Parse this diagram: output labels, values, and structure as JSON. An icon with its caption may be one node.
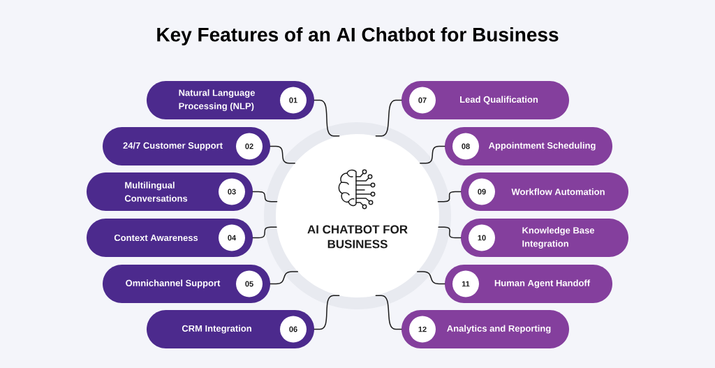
{
  "diagram": {
    "title": "Key Features of an AI Chatbot for Business",
    "nodes": [
      {
        "text": [
          "AI CHATBOT FOR BUSINESS"
        ]
      },
      {
        "text": [
          "Natural Language Processing (NLP)"
        ]
      },
      {
        "text": [
          "01"
        ],
        "in": 1
      },
      {
        "text": [
          "24/7 Customer Support"
        ]
      },
      {
        "text": [
          "02"
        ],
        "in": 3
      },
      {
        "text": [
          "Multilingual Conversations"
        ]
      },
      {
        "text": [
          "03"
        ],
        "in": 5
      },
      {
        "text": [
          "Context Awareness"
        ]
      },
      {
        "text": [
          "04"
        ],
        "in": 7
      },
      {
        "text": [
          "Omnichannel Support"
        ]
      },
      {
        "text": [
          "05"
        ],
        "in": 9
      },
      {
        "text": [
          "CRM Integration"
        ]
      },
      {
        "text": [
          "06"
        ],
        "in": 11
      },
      {
        "text": [
          "Lead Qualification"
        ]
      },
      {
        "text": [
          "07"
        ],
        "in": 13
      },
      {
        "text": [
          "Appointment Scheduling"
        ]
      },
      {
        "text": [
          "08"
        ],
        "in": 15
      },
      {
        "text": [
          "Workflow Automation"
        ]
      },
      {
        "text": [
          "09"
        ],
        "in": 17
      },
      {
        "text": [
          "Knowledge Base Integration"
        ]
      },
      {
        "text": [
          "10"
        ],
        "in": 19
      },
      {
        "text": [
          "Human Agent Handoff"
        ]
      },
      {
        "text": [
          "11"
        ],
        "in": 21
      },
      {
        "text": [
          "Analytics and Reporting"
        ]
      },
      {
        "text": [
          "12"
        ],
        "in": 23
      }
    ],
    "edges": [
      {
        "from": 1,
        "to": 0,
        "arrow": "none"
      },
      {
        "from": 3,
        "to": 0,
        "arrow": "none"
      },
      {
        "from": 5,
        "to": 0,
        "arrow": "none"
      },
      {
        "from": 7,
        "to": 0,
        "arrow": "none"
      },
      {
        "from": 9,
        "to": 0,
        "arrow": "none"
      },
      {
        "from": 11,
        "to": 0,
        "arrow": "none"
      },
      {
        "from": 13,
        "to": 0,
        "arrow": "none"
      },
      {
        "from": 15,
        "to": 0,
        "arrow": "none"
      },
      {
        "from": 17,
        "to": 0,
        "arrow": "none"
      },
      {
        "from": 19,
        "to": 0,
        "arrow": "none"
      },
      {
        "from": 21,
        "to": 0,
        "arrow": "none"
      },
      {
        "from": 23,
        "to": 0,
        "arrow": "none"
      }
    ]
  }
}
